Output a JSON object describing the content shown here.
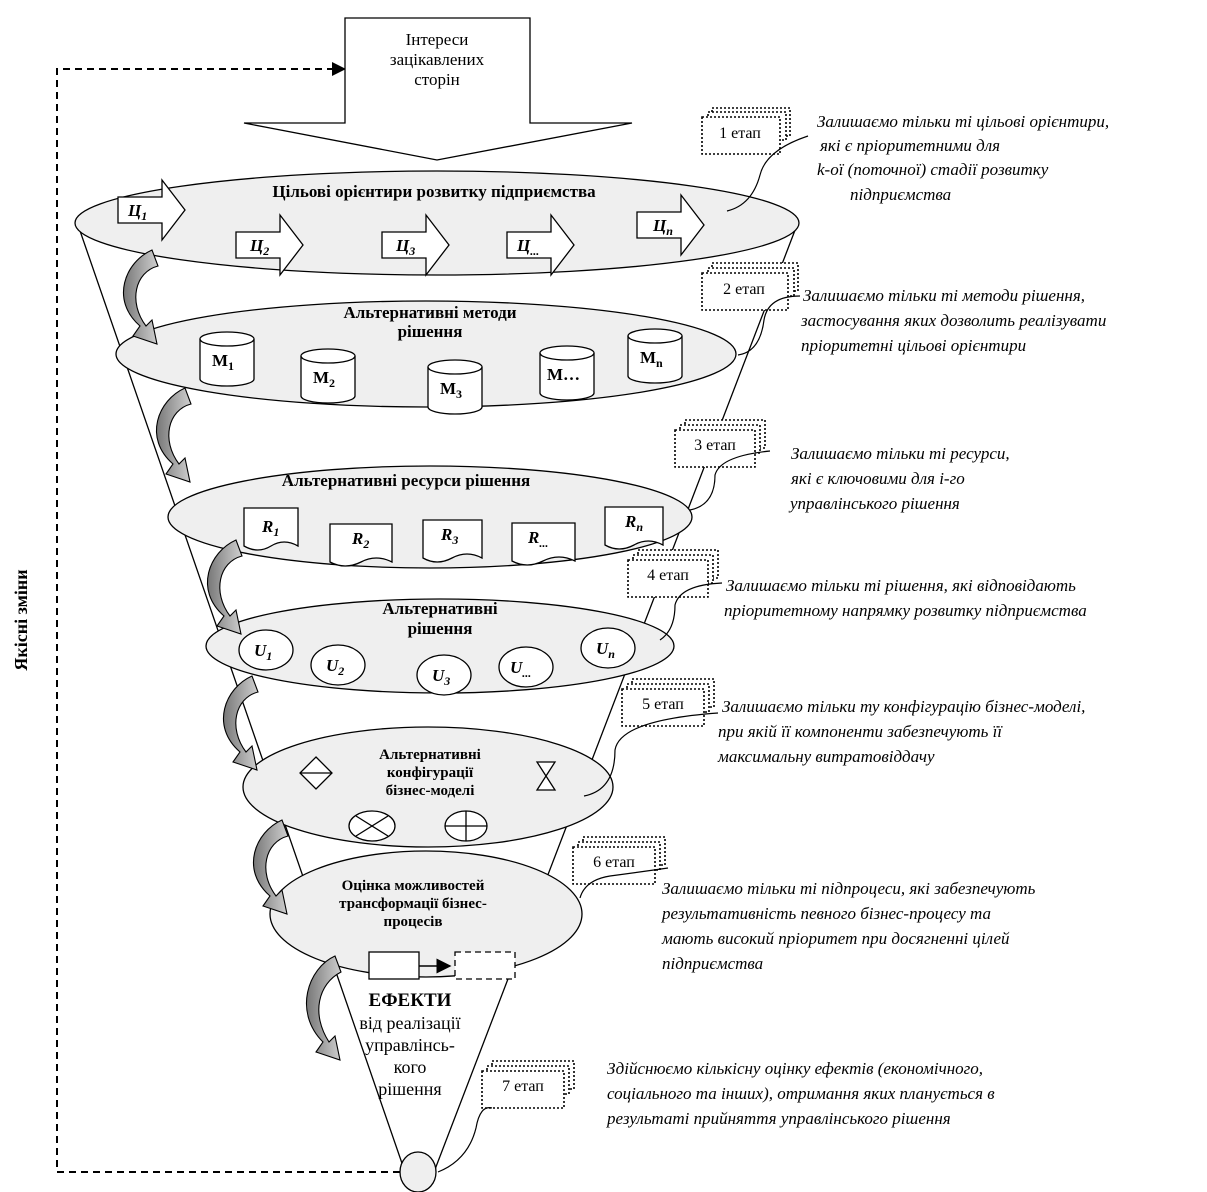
{
  "top_box": {
    "lines": [
      "Інтереси",
      "зацікавлених",
      "сторін"
    ]
  },
  "side_label": "Якісні зміни",
  "levels": {
    "goals": {
      "title": "Цільові орієнтири розвитку підприємства",
      "items": [
        {
          "base": "Ц",
          "sub": "1"
        },
        {
          "base": "Ц",
          "sub": "2"
        },
        {
          "base": "Ц",
          "sub": "3"
        },
        {
          "base": "Ц",
          "sub": "..."
        },
        {
          "base": "Ц",
          "sub": "n"
        }
      ]
    },
    "methods": {
      "title_lines": [
        "Альтернативні методи",
        "рішення"
      ],
      "items": [
        {
          "base": "M",
          "sub": "1"
        },
        {
          "base": "M",
          "sub": "2"
        },
        {
          "base": "M",
          "sub": "3"
        },
        {
          "base": "M…",
          "sub": ""
        },
        {
          "base": "M",
          "sub": "n"
        }
      ]
    },
    "resources": {
      "title": "Альтернативні ресурси рішення",
      "items": [
        {
          "base": "R",
          "sub": "1"
        },
        {
          "base": "R",
          "sub": "2"
        },
        {
          "base": "R",
          "sub": "3"
        },
        {
          "base": "R",
          "sub": "..."
        },
        {
          "base": "R",
          "sub": "n"
        }
      ]
    },
    "decisions": {
      "title_lines": [
        "Альтернативні",
        "рішення"
      ],
      "items": [
        {
          "base": "U",
          "sub": "1"
        },
        {
          "base": "U",
          "sub": "2"
        },
        {
          "base": "U",
          "sub": "3"
        },
        {
          "base": "U",
          "sub": "..."
        },
        {
          "base": "U",
          "sub": "n"
        }
      ]
    },
    "configs": {
      "title_lines": [
        "Альтернативні",
        "конфігурації",
        "бізнес-моделі"
      ]
    },
    "transform": {
      "title_lines": [
        "Оцінка можливостей",
        "трансформації бізнес-",
        "процесів"
      ]
    },
    "effects": {
      "title": "ЕФЕКТИ",
      "lines": [
        "від реалізації",
        "управлінсь-",
        "кого",
        "рішення"
      ]
    }
  },
  "stages": [
    {
      "label": "1 етап",
      "note": [
        "Залишаємо тільки ті цільові орієнтири,",
        " які є пріоритетними для",
        "k-ої (поточної) стадії розвитку",
        "підприємства"
      ]
    },
    {
      "label": "2 етап",
      "note": [
        "Залишаємо тільки ті методи рішення,",
        "застосування яких  дозволить реалізувати",
        "пріоритетні цільові орієнтири"
      ]
    },
    {
      "label": "3 етап",
      "note": [
        "Залишаємо тільки ті ресурси,",
        "які є ключовими для і-го",
        "управлінського рішення"
      ]
    },
    {
      "label": "4 етап",
      "note": [
        "Залишаємо тільки ті рішення, які відповідають",
        " пріоритетному напрямку розвитку підприємства"
      ]
    },
    {
      "label": "5 етап",
      "note": [
        "Залишаємо тільки ту конфігурацію бізнес-моделі,",
        "при якій її компоненти  забезпечують її",
        "максимальну витратовіддачу"
      ]
    },
    {
      "label": "6 етап",
      "note": [
        "Залишаємо тільки ті підпроцеси, які забезпечують",
        "результативність певного бізнес-процесу та",
        "мають високий пріоритет при досягненні цілей",
        "підприємства"
      ]
    },
    {
      "label": "7 етап",
      "note": [
        "Здійснюємо кількісну оцінку ефектів (економічного,",
        "соціального та інших), отримання яких планується в",
        "результаті прийняття управлінського рішення"
      ]
    }
  ]
}
